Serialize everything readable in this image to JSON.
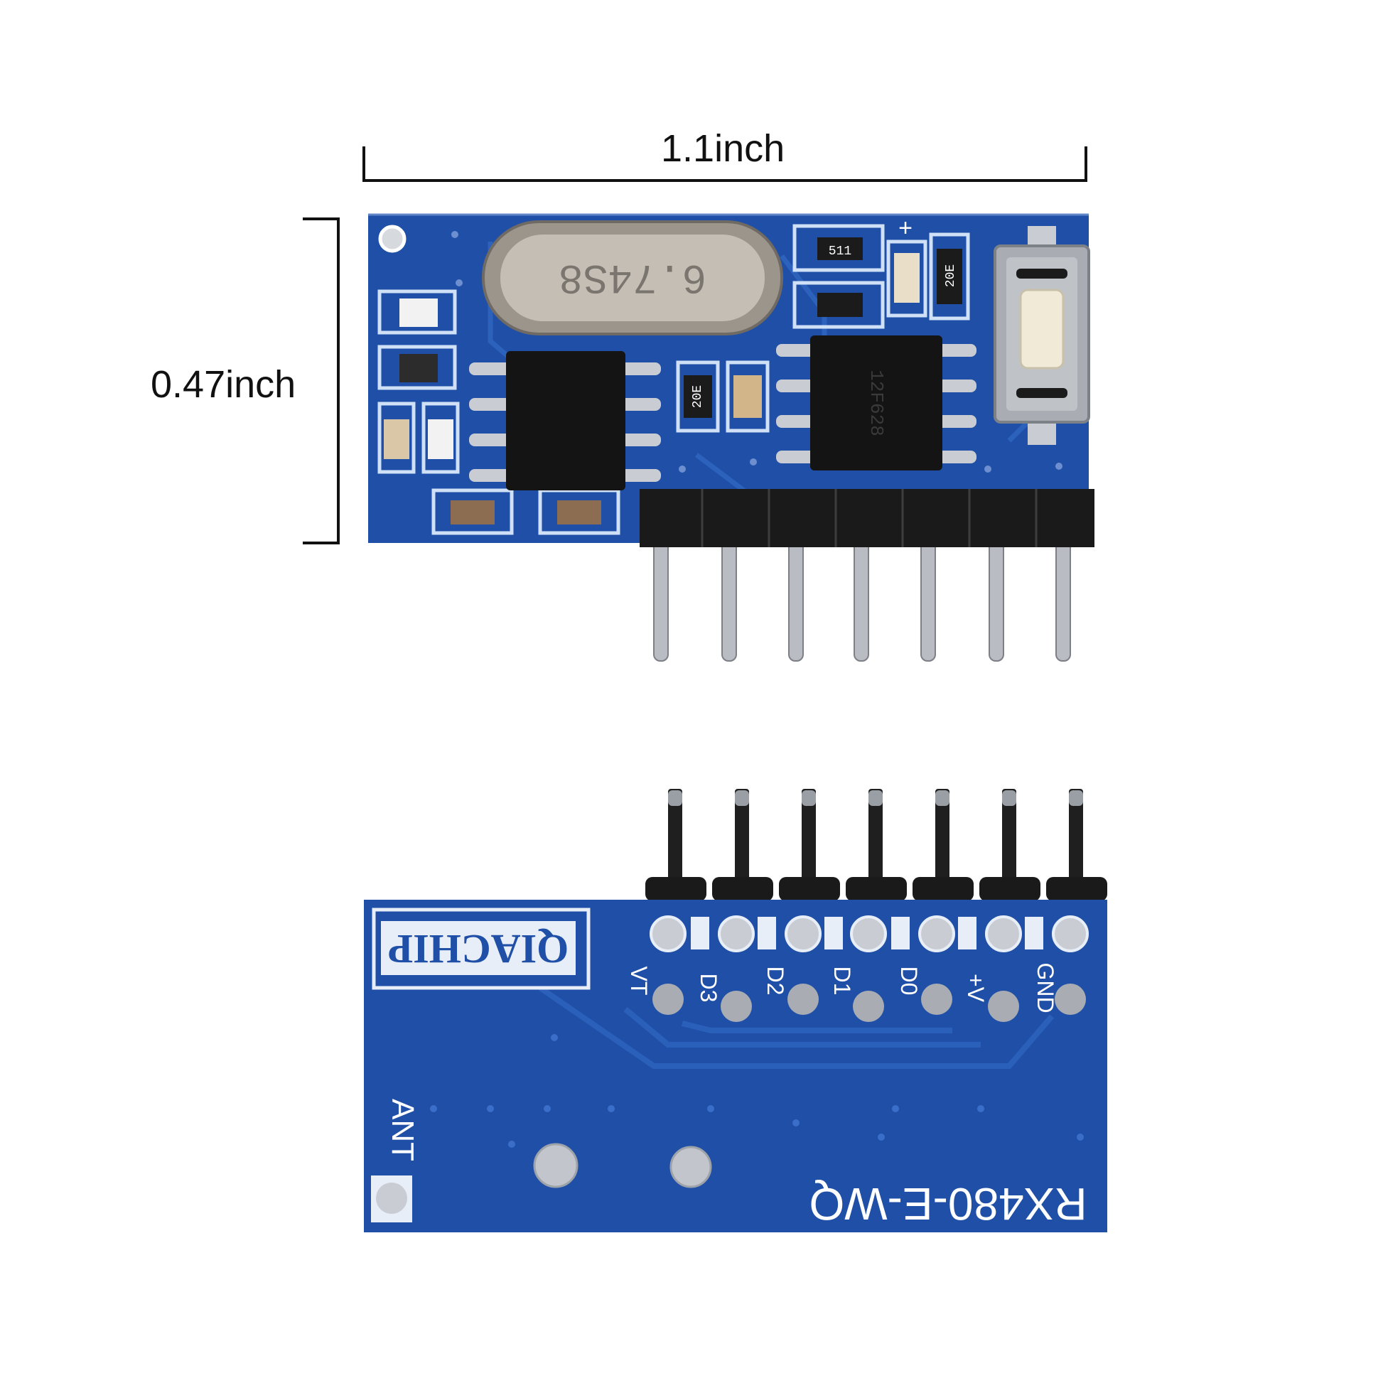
{
  "dimensions": {
    "width_label": "1.1inch",
    "height_label": "0.47inch"
  },
  "top_view": {
    "crystal_marking": "6.74S8",
    "ic2_marking": "12F628",
    "resistor_marking_1": "20E",
    "resistor_marking_2": "20E",
    "resistor_marking_3": "511",
    "silk_plus": "+",
    "pin_count": 7
  },
  "bottom_view": {
    "brand": "QIACHIP",
    "model": "RX480-E-WQ",
    "antenna_label": "ANT",
    "pin_labels": [
      "VT",
      "D3",
      "D2",
      "D1",
      "D0",
      "+V",
      "GND"
    ]
  },
  "colors": {
    "pcb_blue": "#1f4fa6",
    "pcb_dark": "#153a80",
    "silkscreen": "#e8eef8",
    "pad_silver": "#c9ccd2",
    "chip_black": "#141414",
    "header_black": "#1a1a1a"
  }
}
